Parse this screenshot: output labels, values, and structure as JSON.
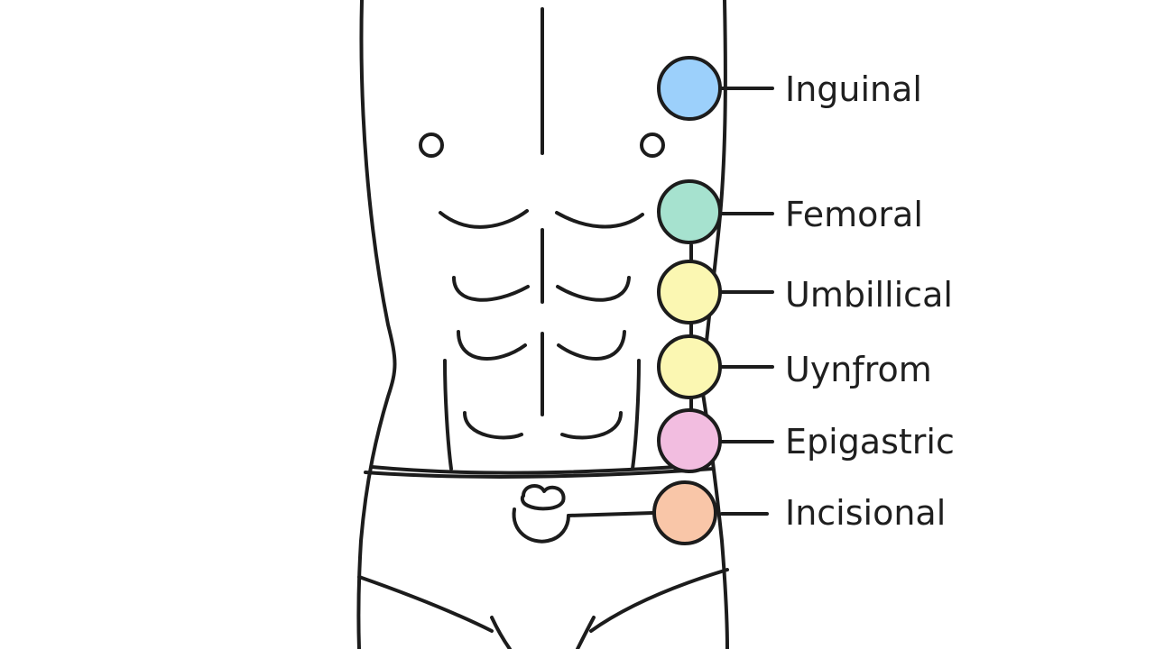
{
  "diagram": {
    "labels": [
      {
        "id": "inguinal",
        "text": "Inguinal",
        "color": "#9cd0fb"
      },
      {
        "id": "femoral",
        "text": "Femoral",
        "color": "#a6e2cf"
      },
      {
        "id": "umbillical",
        "text": "Umbillical",
        "color": "#fbf7b2"
      },
      {
        "id": "uynfrom",
        "text": "Uynƒrom",
        "color": "#fbf7b2"
      },
      {
        "id": "epigastric",
        "text": "Epigastric",
        "color": "#f2bde0"
      },
      {
        "id": "incisional",
        "text": "Incisional",
        "color": "#f9c6a8"
      }
    ],
    "stroke_color": "#1c1c1c",
    "background_color": "#ffffff"
  }
}
